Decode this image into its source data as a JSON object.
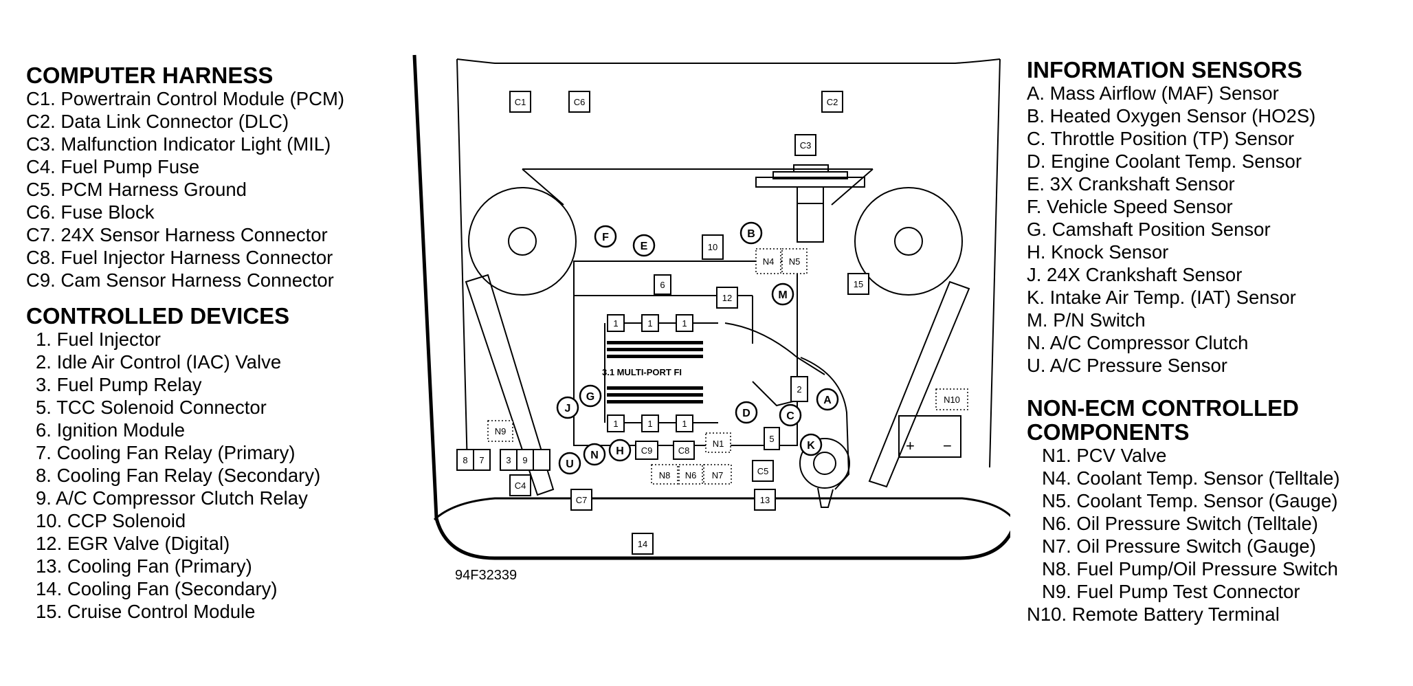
{
  "computer_harness": {
    "heading": "COMPUTER HARNESS",
    "items": [
      "C1. Powertrain Control Module (PCM)",
      "C2. Data Link Connector (DLC)",
      "C3. Malfunction Indicator Light (MIL)",
      "C4. Fuel Pump Fuse",
      "C5. PCM Harness Ground",
      "C6. Fuse Block",
      "C7. 24X Sensor Harness Connector",
      "C8. Fuel Injector Harness Connector",
      "C9. Cam Sensor Harness Connector"
    ]
  },
  "controlled_devices": {
    "heading": "CONTROLLED DEVICES",
    "items": [
      " 1. Fuel Injector",
      " 2. Idle Air Control (IAC) Valve",
      " 3. Fuel Pump Relay",
      " 5. TCC Solenoid Connector",
      " 6. Ignition Module",
      " 7. Cooling Fan Relay (Primary)",
      " 8. Cooling Fan Relay (Secondary)",
      " 9. A/C Compressor Clutch Relay",
      "10. CCP Solenoid",
      "12. EGR Valve (Digital)",
      "13. Cooling Fan (Primary)",
      "14. Cooling Fan (Secondary)",
      "15. Cruise Control Module"
    ]
  },
  "information_sensors": {
    "heading": "INFORMATION SENSORS",
    "items": [
      "A. Mass Airflow (MAF) Sensor",
      "B. Heated Oxygen Sensor (HO2S)",
      "C. Throttle Position (TP) Sensor",
      "D. Engine Coolant Temp. Sensor",
      "E. 3X Crankshaft Sensor",
      "F. Vehicle Speed Sensor",
      "G. Camshaft Position Sensor",
      "H. Knock Sensor",
      "J. 24X Crankshaft Sensor",
      "K. Intake Air Temp. (IAT) Sensor",
      "M. P/N Switch",
      "N. A/C Compressor Clutch",
      "U. A/C Pressure Sensor"
    ]
  },
  "non_ecm": {
    "heading_line1": "NON-ECM CONTROLLED",
    "heading_line2": "COMPONENTS",
    "items": [
      "N1. PCV Valve",
      "N4. Coolant Temp. Sensor (Telltale)",
      "N5. Coolant Temp. Sensor (Gauge)",
      "N6. Oil Pressure Switch (Telltale)",
      "N7. Oil Pressure Switch (Gauge)",
      "N8. Fuel Pump/Oil Pressure Switch",
      "N9. Fuel Pump Test Connector",
      "N10. Remote Battery Terminal"
    ]
  },
  "diagram": {
    "figure_id": "94F32339",
    "engine_label": "3.1 MULTI-PORT FI",
    "boxes": {
      "c1": "C1",
      "c6": "C6",
      "c2": "C2",
      "c3": "C3",
      "c4": "C4",
      "c5": "C5",
      "c7": "C7",
      "c8": "C8",
      "c9": "C9",
      "n1": "N1",
      "n4": "N4",
      "n5": "N5",
      "n6": "N6",
      "n7": "N7",
      "n8": "N8",
      "n9": "N9",
      "n10": "N10",
      "d1a": "1",
      "d1b": "1",
      "d1c": "1",
      "d1d": "1",
      "d1e": "1",
      "d1f": "1",
      "d2": "2",
      "d3": "3",
      "d5": "5",
      "d6": "6",
      "d7": "7",
      "d8": "8",
      "d9": "9",
      "d10": "10",
      "d12": "12",
      "d13": "13",
      "d14": "14",
      "d15": "15"
    },
    "sensors": {
      "a": "A",
      "b": "B",
      "c": "C",
      "d": "D",
      "e": "E",
      "f": "F",
      "g": "G",
      "h": "H",
      "j": "J",
      "k": "K",
      "m": "M",
      "n": "N",
      "u": "U"
    },
    "battery": {
      "plus": "+",
      "minus": "−"
    }
  }
}
